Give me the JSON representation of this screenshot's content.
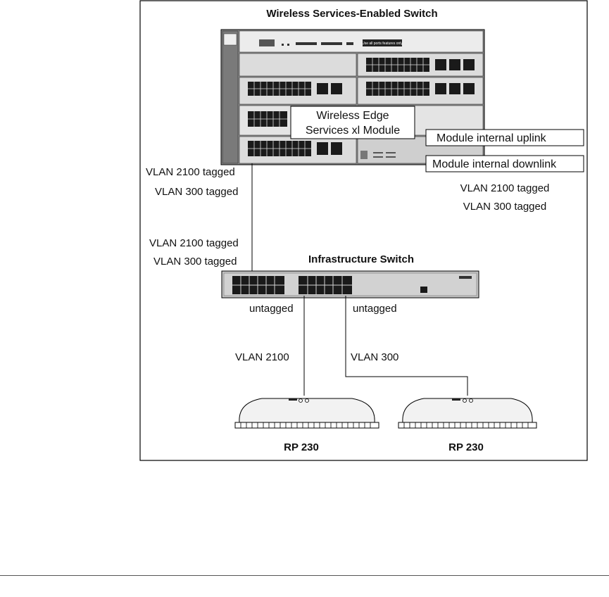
{
  "diagram": {
    "title": "Wireless Services-Enabled Switch",
    "module_label": [
      "Wireless Edge",
      "Services xl Module"
    ],
    "uplink_label": "Module internal uplink",
    "downlink_label": "Module internal downlink",
    "left_tagged_upper": [
      "VLAN 2100 tagged",
      "VLAN 300 tagged"
    ],
    "right_tagged": [
      "VLAN 2100 tagged",
      "VLAN 300 tagged"
    ],
    "left_tagged_lower": [
      "VLAN 2100 tagged",
      "VLAN 300 tagged"
    ],
    "infrastructure_title": "Infrastructure Switch",
    "untagged_left": "untagged",
    "untagged_right": "untagged",
    "vlan_left": "VLAN 2100",
    "vlan_right": "VLAN 300",
    "ap_left": "RP 230",
    "ap_right": "RP 230",
    "chassis_banner": "Use all ports features only"
  },
  "colors": {
    "frame": "#000000",
    "chassis": "#8c8c8c",
    "module_face": "#d0d0d0",
    "port": "#1a1a1a",
    "switch_body": "#c4c4c4"
  }
}
